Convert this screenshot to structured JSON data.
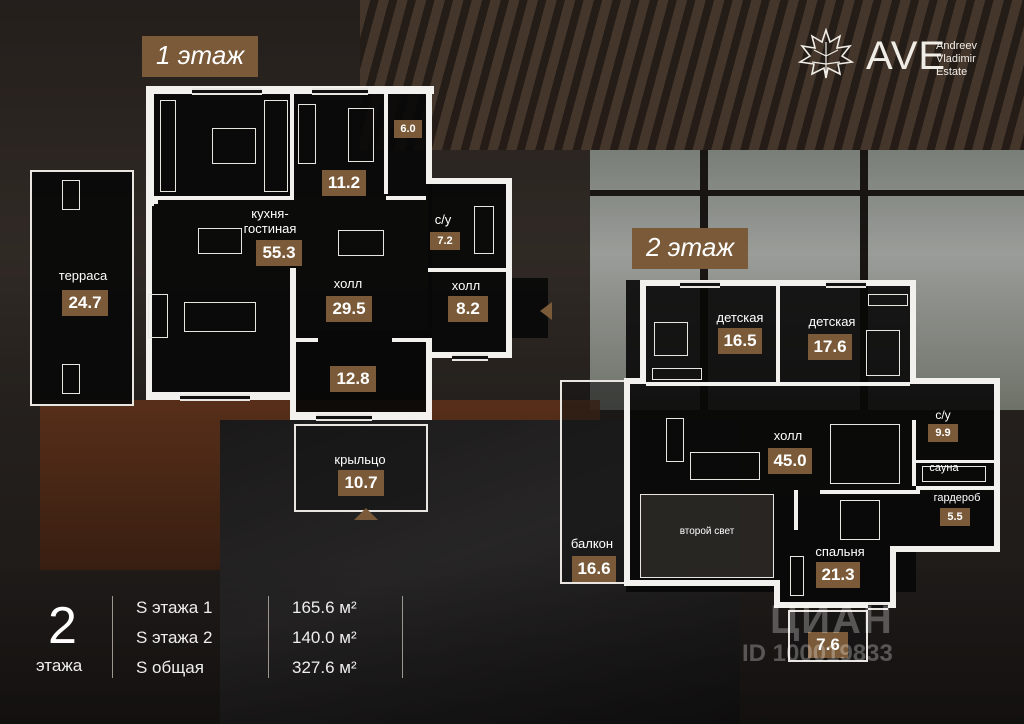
{
  "brand": {
    "logo_mark": "AVE",
    "lines": [
      "Andreev",
      "Vladimir",
      "Estate"
    ],
    "icon": "maple-leaf-icon"
  },
  "floor1": {
    "title": "1 этаж",
    "rooms": {
      "terrace": {
        "label": "терраса",
        "area": "24.7"
      },
      "kitchen_living": {
        "label": "кухня-\nгостиная",
        "area": "55.3"
      },
      "room_11": {
        "area": "11.2"
      },
      "storage": {
        "area": "6.0"
      },
      "wc": {
        "label": "с/у",
        "area": "7.2"
      },
      "hall_main": {
        "label": "холл",
        "area": "29.5"
      },
      "hall_small": {
        "label": "холл",
        "area": "8.2"
      },
      "room_12": {
        "area": "12.8"
      },
      "porch": {
        "label": "крыльцо",
        "area": "10.7"
      }
    }
  },
  "floor2": {
    "title": "2 этаж",
    "rooms": {
      "kids1": {
        "label": "детская",
        "area": "16.5"
      },
      "kids2": {
        "label": "детская",
        "area": "17.6"
      },
      "hall": {
        "label": "холл",
        "area": "45.0"
      },
      "wc": {
        "label": "с/у",
        "area": "9.9"
      },
      "sauna": {
        "label": "сауна"
      },
      "wardrobe": {
        "label": "гардероб",
        "area": "5.5"
      },
      "second_light": {
        "label": "второй свет"
      },
      "balcony": {
        "label": "балкон",
        "area": "16.6"
      },
      "bedroom": {
        "label": "спальня",
        "area": "21.3"
      },
      "room_7": {
        "area": "7.6"
      }
    }
  },
  "summary": {
    "floors_count": "2",
    "floors_word": "этажа",
    "rows": [
      {
        "label": "S этажа 1",
        "value": "165.6 м²"
      },
      {
        "label": "S этажа 2",
        "value": "140.0 м²"
      },
      {
        "label": "S общая",
        "value": "327.6 м²"
      }
    ]
  },
  "watermark": {
    "text": "ЦИАН",
    "id": "ID 100019833"
  },
  "colors": {
    "accent": "#7a5a38",
    "wall": "#f3f1ee",
    "plan_fill": "#0b0b0b"
  }
}
